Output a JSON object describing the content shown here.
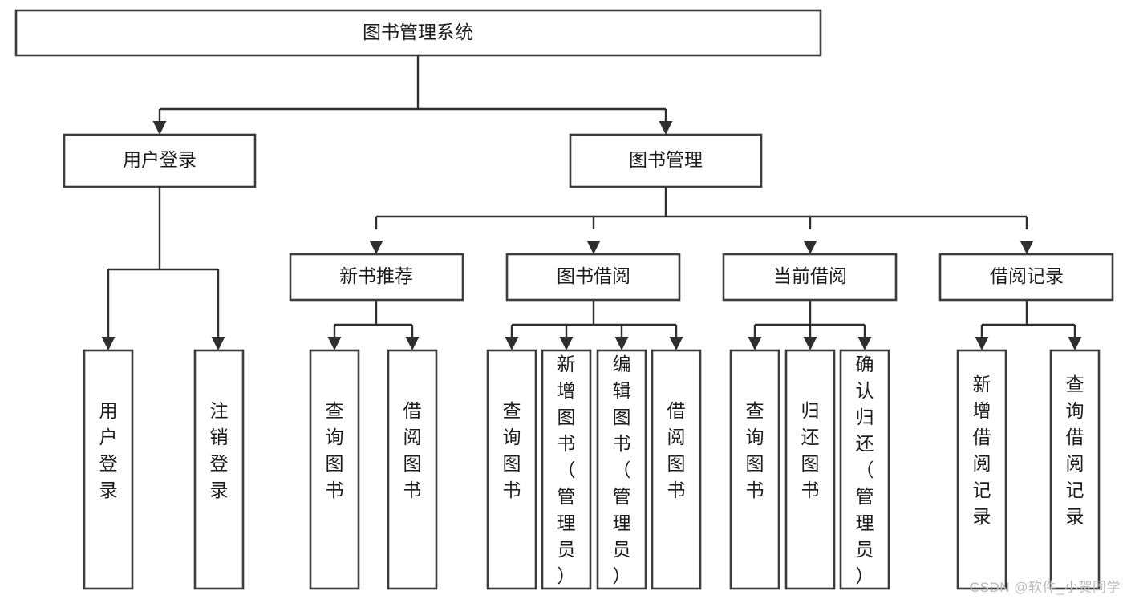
{
  "diagram": {
    "type": "tree-hierarchy",
    "title": "图书管理系统",
    "watermark": "CSDN @软件_小贺同学",
    "colors": {
      "box_border": "#3c3c3c",
      "connector": "#2e2e2e",
      "box_fill": "#ffffff",
      "text": "#1c1c1c",
      "watermark": "#b9b9b9"
    },
    "root": {
      "label": "图书管理系统"
    },
    "level1": [
      {
        "label": "用户登录"
      },
      {
        "label": "图书管理"
      }
    ],
    "level2": [
      {
        "label": "新书推荐"
      },
      {
        "label": "图书借阅"
      },
      {
        "label": "当前借阅"
      },
      {
        "label": "借阅记录"
      }
    ],
    "leaves": {
      "user_login": [
        {
          "label": "用户登录"
        },
        {
          "label": "注销登录"
        }
      ],
      "new_book_recommend": [
        {
          "label": "查询图书"
        },
        {
          "label": "借阅图书"
        }
      ],
      "book_borrow": [
        {
          "label": "查询图书"
        },
        {
          "label": "新增图书（管理员）"
        },
        {
          "label": "编辑图书（管理员）"
        },
        {
          "label": "借阅图书"
        }
      ],
      "current_borrow": [
        {
          "label": "查询图书"
        },
        {
          "label": "归还图书"
        },
        {
          "label": "确认归还（管理员）"
        }
      ],
      "borrow_record": [
        {
          "label": "新增借阅记录"
        },
        {
          "label": "查询借阅记录"
        }
      ]
    }
  }
}
